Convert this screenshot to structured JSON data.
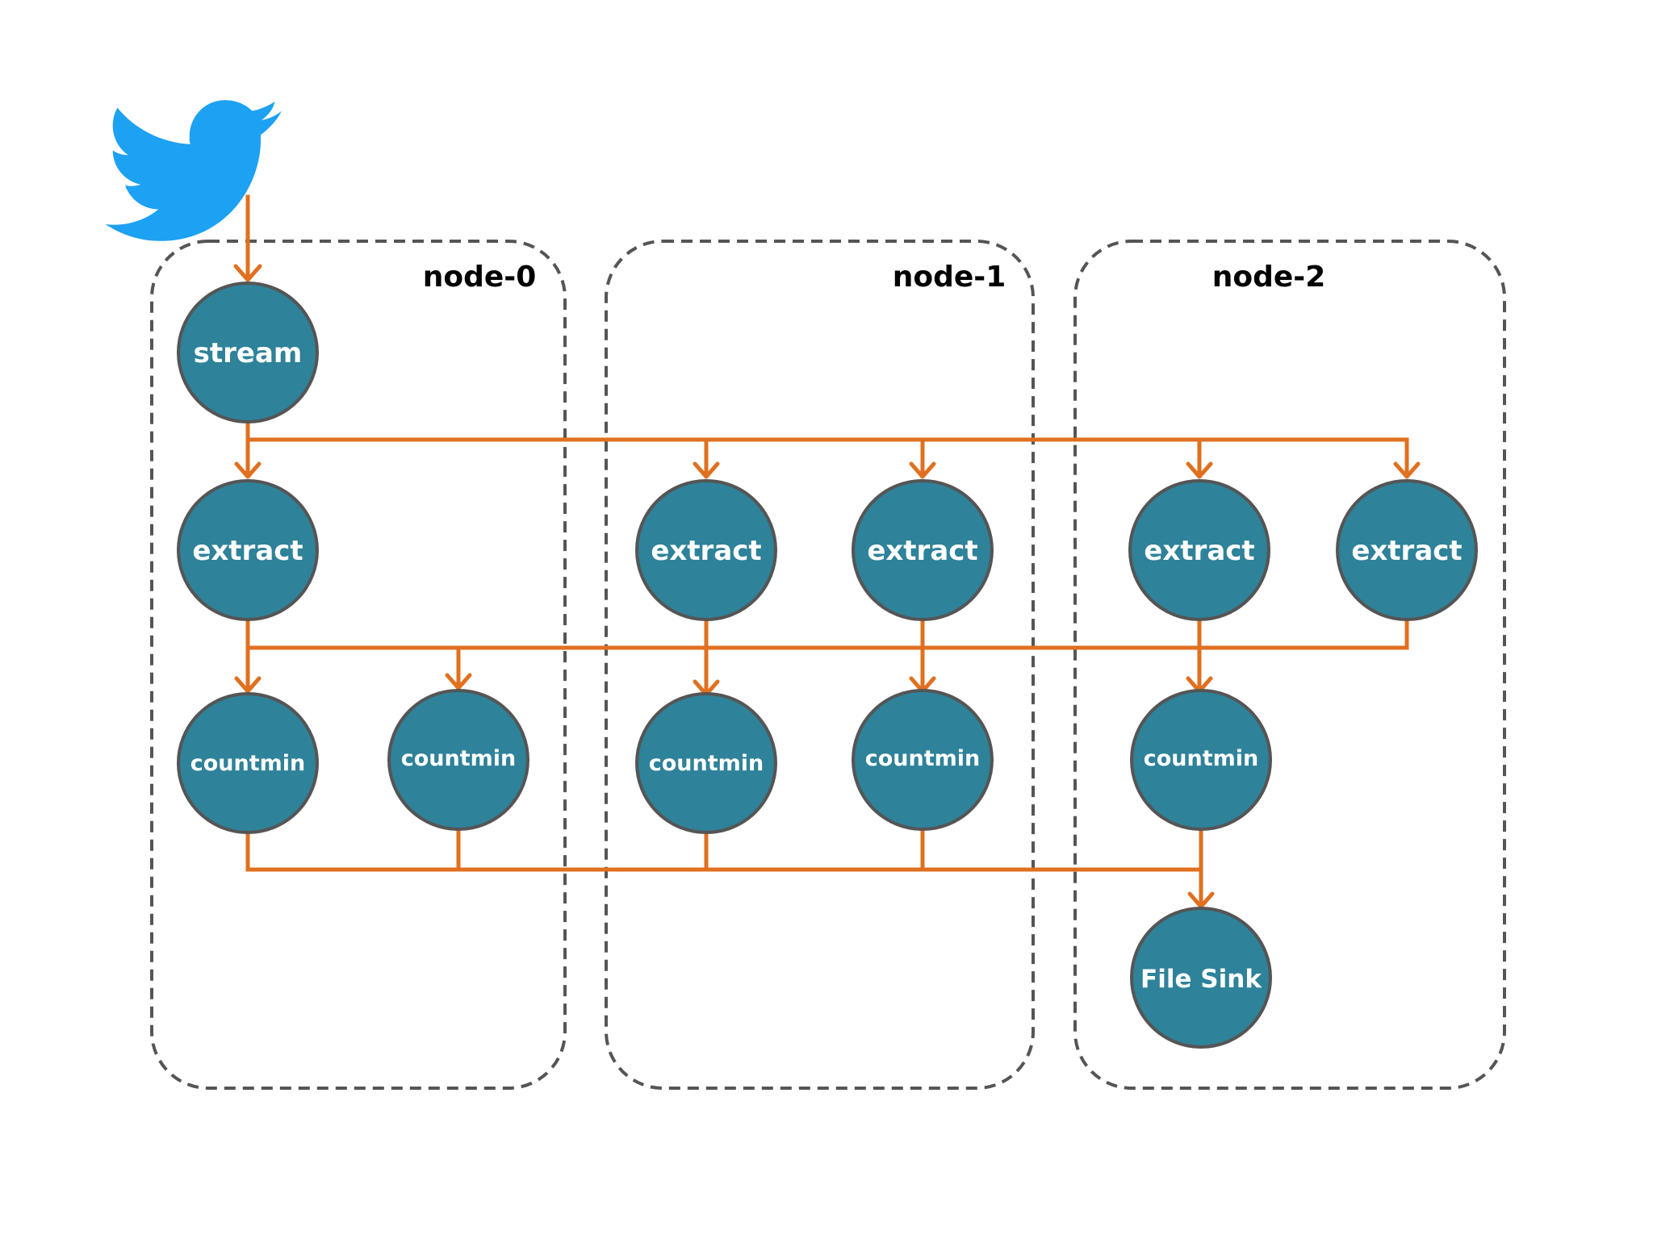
{
  "colors": {
    "circle_fill": "#2e8299",
    "circle_stroke": "#555555",
    "edge": "#e07020",
    "box_stroke": "#555555",
    "twitter_blue": "#1da1f2"
  },
  "source": {
    "icon": "twitter-bird-icon"
  },
  "nodes": [
    {
      "label": "node-0"
    },
    {
      "label": "node-1"
    },
    {
      "label": "node-2"
    }
  ],
  "operators": {
    "stream": "stream",
    "extract": "extract",
    "countmin": "countmin",
    "file_sink": "File Sink"
  }
}
